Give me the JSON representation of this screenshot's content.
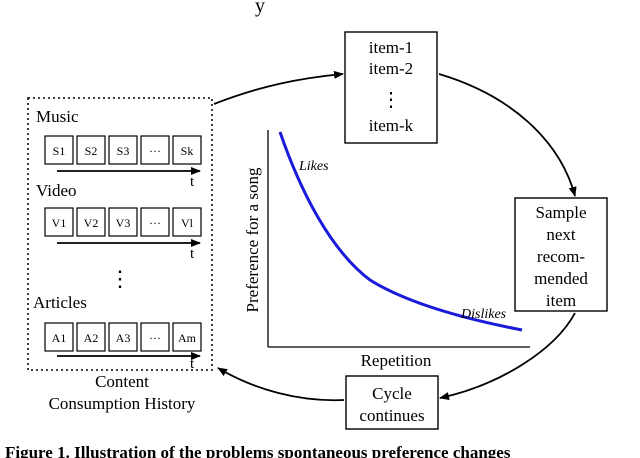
{
  "top_partial_text": "y",
  "history": {
    "title_line1": "Content",
    "title_line2": "Consumption History",
    "vdots": "⋮",
    "groups": [
      {
        "label": "Music",
        "items": [
          "S1",
          "S2",
          "S3",
          "···",
          "Sk"
        ],
        "axis_label": "t"
      },
      {
        "label": "Video",
        "items": [
          "V1",
          "V2",
          "V3",
          "···",
          "Vl"
        ],
        "axis_label": "t"
      },
      {
        "label": "Articles",
        "items": [
          "A1",
          "A2",
          "A3",
          "···",
          "Am"
        ],
        "axis_label": "t"
      }
    ]
  },
  "item_list": {
    "items": [
      "item-1",
      "item-2",
      "item-k"
    ],
    "vdots": "⋮"
  },
  "sample_box": {
    "lines": [
      "Sample",
      "next",
      "recom-",
      "mended",
      "item"
    ]
  },
  "cycle_box": {
    "lines": [
      "Cycle",
      "continues"
    ]
  },
  "chart": {
    "ylabel": "Preference for a song",
    "xlabel": "Repetition",
    "annotation_high": "Likes",
    "annotation_low": "Dislikes",
    "curve_color": "#1a1adb",
    "dislikes_color": "#e00000"
  },
  "caption": "Figure 1. Illustration of the problems spontaneous preference changes"
}
